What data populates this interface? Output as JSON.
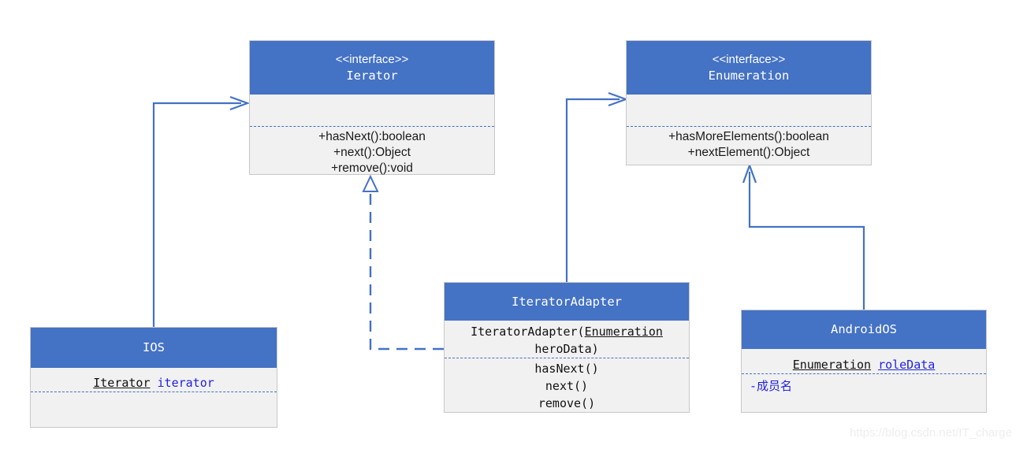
{
  "diagram": {
    "title": "Iterator / Enumeration adapter UML class diagram",
    "colors": {
      "header_fill": "#4472C4",
      "body_fill": "#f1f1f1",
      "border": "#c8c8c8",
      "edge": "#4472C4",
      "blue_text": "#2222dd",
      "watermark": "#eeeeee"
    }
  },
  "classes": {
    "ierator": {
      "stereotype": "<<interface>>",
      "name": "Ierator",
      "attributes": [],
      "methods": [
        "+hasNext():boolean",
        "+next():Object",
        "+remove():void"
      ]
    },
    "enumeration": {
      "stereotype": "<<interface>>",
      "name": "Enumeration",
      "attributes": [],
      "methods": [
        "+hasMoreElements():boolean",
        "+nextElement():Object"
      ]
    },
    "iterator_adapter": {
      "name": "IteratorAdapter",
      "constructor_prefix": "IteratorAdapter(",
      "constructor_type": "Enumeration",
      "constructor_param": "heroData)",
      "methods": [
        "hasNext()",
        "next()",
        "remove()"
      ]
    },
    "android_os": {
      "name": "AndroidOS",
      "attr_type": "Enumeration",
      "attr_name": "roleData",
      "members": [
        "-成员名"
      ]
    },
    "ios": {
      "name": "IOS",
      "attr_type": "Iterator",
      "attr_name": "iterator",
      "members": []
    }
  },
  "edges": [
    {
      "name": "ios-implements-ierator",
      "from": "IOS",
      "to": "Ierator",
      "style": "solid",
      "arrow": "open"
    },
    {
      "name": "iteratoradapter-realizes-ierator",
      "from": "IteratorAdapter",
      "to": "Ierator",
      "style": "dashed",
      "arrow": "hollow-triangle"
    },
    {
      "name": "iteratoradapter-uses-enumeration",
      "from": "IteratorAdapter",
      "to": "Enumeration",
      "style": "solid",
      "arrow": "open"
    },
    {
      "name": "androidos-uses-enumeration",
      "from": "AndroidOS",
      "to": "Enumeration",
      "style": "solid",
      "arrow": "open"
    }
  ],
  "watermark": {
    "text": "https://blog.csdn.net/IT_charge"
  }
}
